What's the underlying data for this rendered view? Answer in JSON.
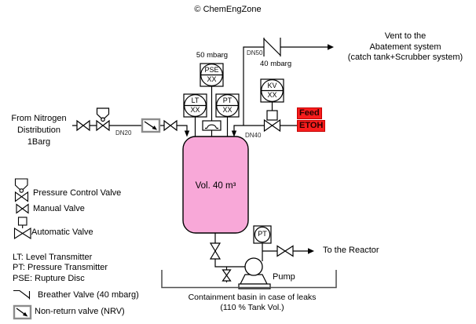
{
  "header": {
    "title": "© ChemEngZone"
  },
  "nitrogen_supply": {
    "label_lines": [
      "From Nitrogen",
      "Distribution",
      "1Barg"
    ],
    "pipe_dn": "DN20"
  },
  "vent": {
    "label_lines": [
      "Vent to the",
      "Abatement system",
      "(catch tank+Scrubber system)"
    ],
    "pipe_dn": "DN50",
    "breather_rating": "40 mbarg"
  },
  "relief": {
    "setpoint": "50 mbarg"
  },
  "instruments": {
    "pse": {
      "tag": "PSE",
      "id": "XX"
    },
    "lt": {
      "tag": "LT",
      "id": "XX"
    },
    "pt_tank": {
      "tag": "PT",
      "id": "XX"
    },
    "kv": {
      "tag": "KV",
      "id": "XX"
    },
    "pt_pump": {
      "tag": "PT"
    }
  },
  "feed": {
    "line1": "Feed",
    "line2": "ETOH",
    "pipe_dn": "DN40"
  },
  "tank": {
    "volume_label": "Vol. 40 m³"
  },
  "pump": {
    "label": "Pump"
  },
  "outlet": {
    "destination": "To the Reactor"
  },
  "basin": {
    "label_lines": [
      "Containment basin in case of leaks",
      "(110 % Tank Vol.)"
    ]
  },
  "legend": {
    "pressure_control_valve": "Pressure Control Valve",
    "manual_valve": "Manual Valve",
    "automatic_valve": "Automatic Valve",
    "lt_def": "LT: Level Transmitter",
    "pt_def": "PT: Pressure Transmitter",
    "pse_def": "PSE: Rupture Disc",
    "breather_valve": "Breather Valve (40 mbarg)",
    "nrv_def": "Non-return valve (NRV)"
  },
  "colors": {
    "tank_fill": "#F8A8D8",
    "feed_highlight": "#F81D1D",
    "nrv_border": "#8C8C8C",
    "line": "#000000"
  }
}
